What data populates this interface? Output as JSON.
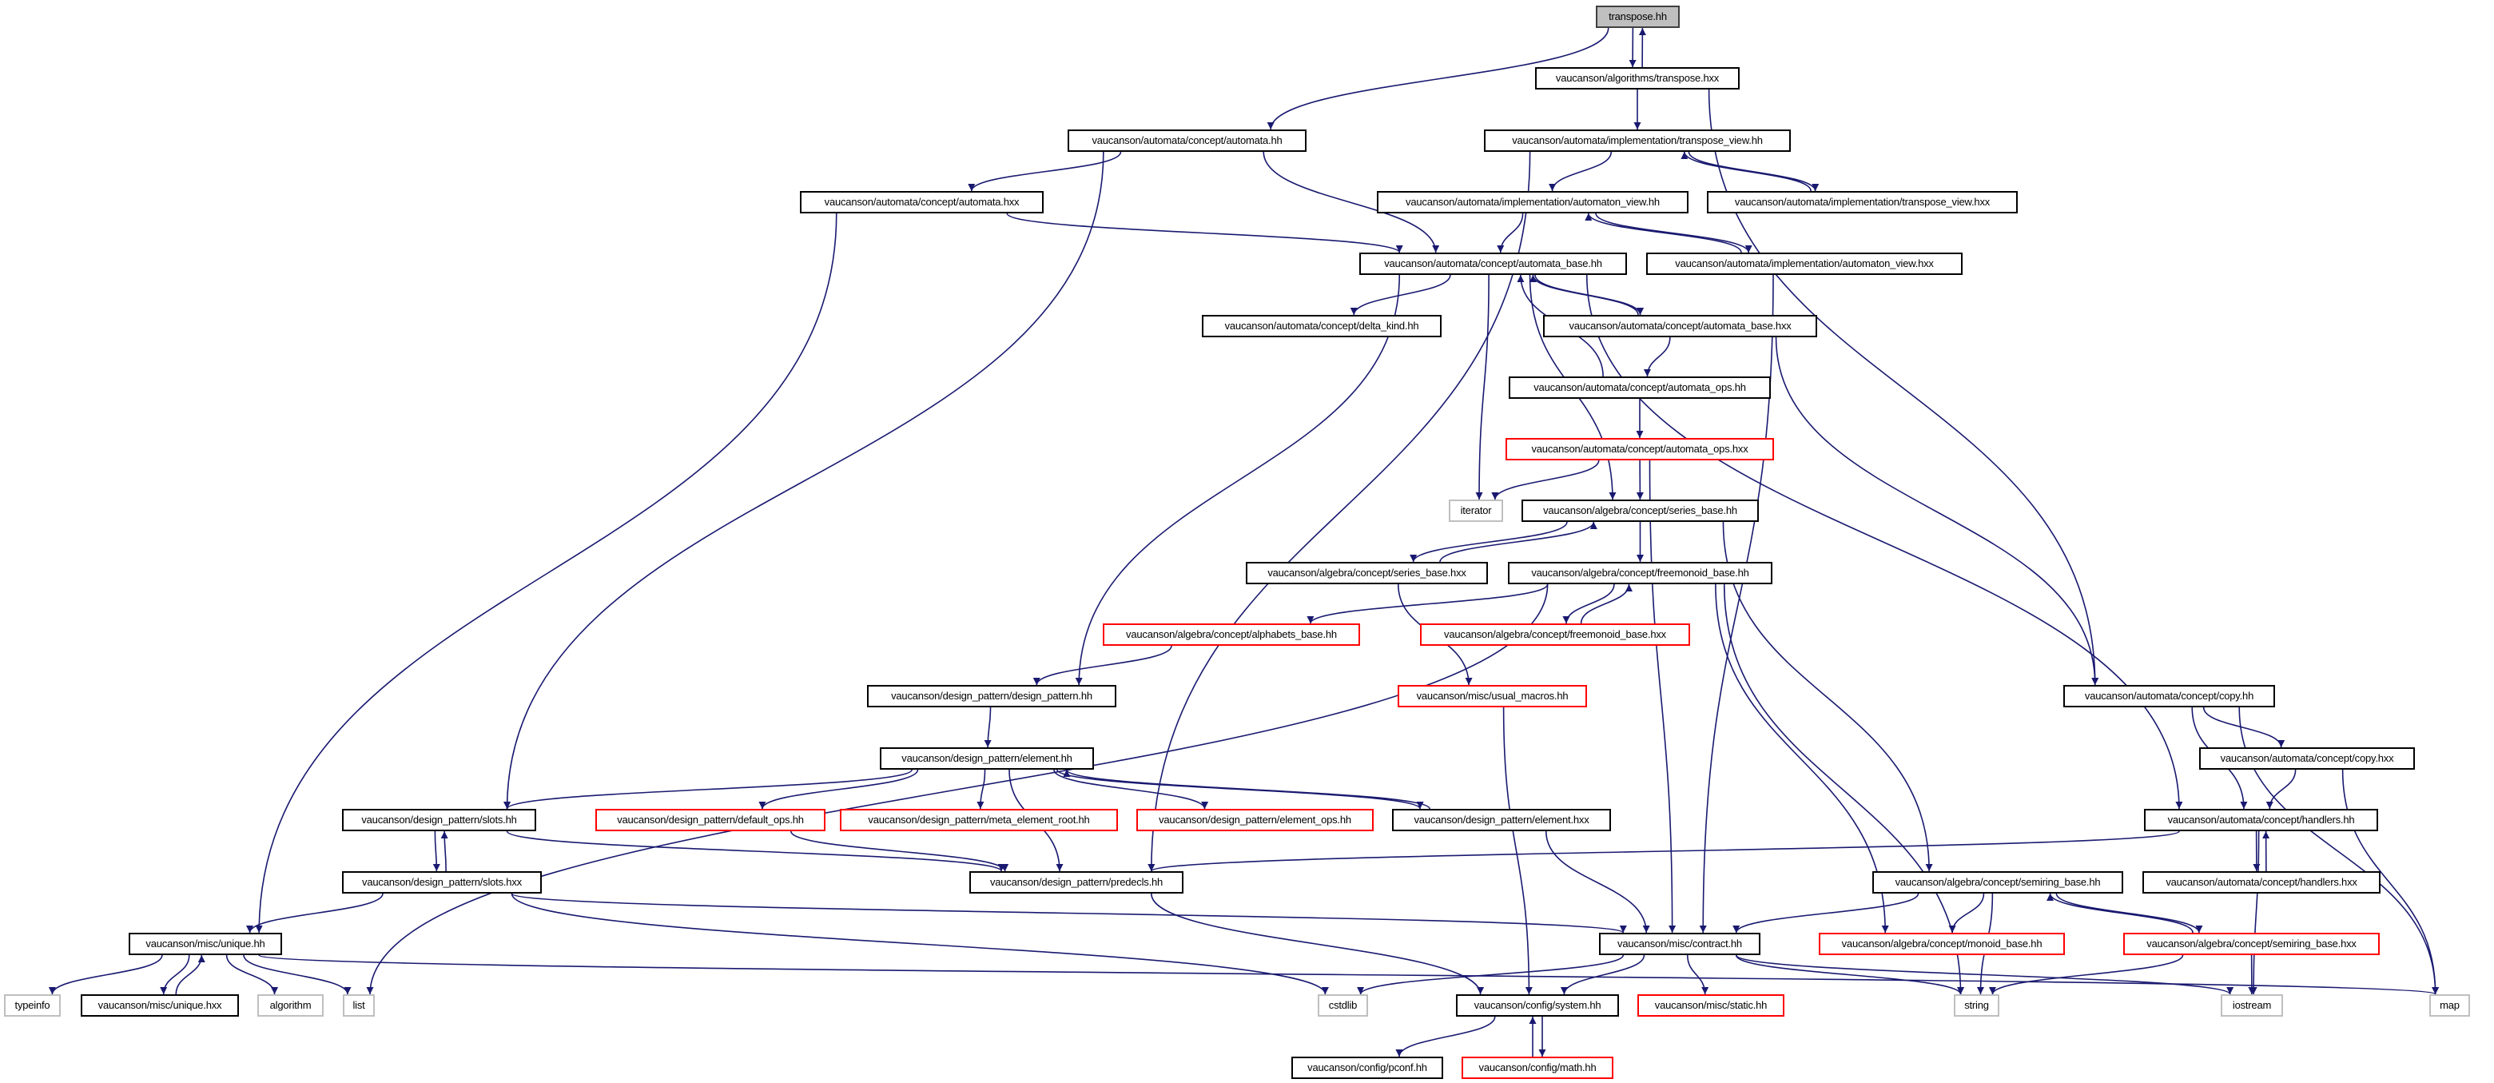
{
  "colors": {
    "edge": "#191970",
    "red_border": "#ff0000",
    "gray_border": "#bfbfbf",
    "root_fill": "#bfbfbf"
  },
  "nodes": [
    {
      "id": "transpose_hh",
      "label": "transpose.hh",
      "style": "root"
    },
    {
      "id": "transpose_hxx",
      "label": "vaucanson/algorithms/transpose.hxx",
      "style": "normal"
    },
    {
      "id": "automata_hh",
      "label": "vaucanson/automata/concept/automata.hh",
      "style": "normal"
    },
    {
      "id": "tview_hh",
      "label": "vaucanson/automata/implementation/transpose_view.hh",
      "style": "normal"
    },
    {
      "id": "automata_hxx",
      "label": "vaucanson/automata/concept/automata.hxx",
      "style": "normal"
    },
    {
      "id": "aview_hh",
      "label": "vaucanson/automata/implementation/automaton_view.hh",
      "style": "normal"
    },
    {
      "id": "tview_hxx",
      "label": "vaucanson/automata/implementation/transpose_view.hxx",
      "style": "normal"
    },
    {
      "id": "abase_hh",
      "label": "vaucanson/automata/concept/automata_base.hh",
      "style": "normal"
    },
    {
      "id": "aview_hxx",
      "label": "vaucanson/automata/implementation/automaton_view.hxx",
      "style": "normal"
    },
    {
      "id": "delta_kind",
      "label": "vaucanson/automata/concept/delta_kind.hh",
      "style": "normal"
    },
    {
      "id": "abase_hxx",
      "label": "vaucanson/automata/concept/automata_base.hxx",
      "style": "normal"
    },
    {
      "id": "aops_hh",
      "label": "vaucanson/automata/concept/automata_ops.hh",
      "style": "normal"
    },
    {
      "id": "aops_hxx",
      "label": "vaucanson/automata/concept/automata_ops.hxx",
      "style": "red"
    },
    {
      "id": "iterator",
      "label": "iterator",
      "style": "gray"
    },
    {
      "id": "sbase_hh",
      "label": "vaucanson/algebra/concept/series_base.hh",
      "style": "normal"
    },
    {
      "id": "sbase_hxx",
      "label": "vaucanson/algebra/concept/series_base.hxx",
      "style": "normal"
    },
    {
      "id": "fbase_hh",
      "label": "vaucanson/algebra/concept/freemonoid_base.hh",
      "style": "normal"
    },
    {
      "id": "alpha_hh",
      "label": "vaucanson/algebra/concept/alphabets_base.hh",
      "style": "red"
    },
    {
      "id": "fbase_hxx",
      "label": "vaucanson/algebra/concept/freemonoid_base.hxx",
      "style": "red"
    },
    {
      "id": "usual_macros",
      "label": "vaucanson/misc/usual_macros.hh",
      "style": "red"
    },
    {
      "id": "dp_hh",
      "label": "vaucanson/design_pattern/design_pattern.hh",
      "style": "normal"
    },
    {
      "id": "copy_hh",
      "label": "vaucanson/automata/concept/copy.hh",
      "style": "normal"
    },
    {
      "id": "element_hh",
      "label": "vaucanson/design_pattern/element.hh",
      "style": "normal"
    },
    {
      "id": "copy_hxx",
      "label": "vaucanson/automata/concept/copy.hxx",
      "style": "normal"
    },
    {
      "id": "slots_hh",
      "label": "vaucanson/design_pattern/slots.hh",
      "style": "normal"
    },
    {
      "id": "default_ops",
      "label": "vaucanson/design_pattern/default_ops.hh",
      "style": "red"
    },
    {
      "id": "meta_root",
      "label": "vaucanson/design_pattern/meta_element_root.hh",
      "style": "red"
    },
    {
      "id": "element_ops",
      "label": "vaucanson/design_pattern/element_ops.hh",
      "style": "red"
    },
    {
      "id": "element_hxx",
      "label": "vaucanson/design_pattern/element.hxx",
      "style": "normal"
    },
    {
      "id": "handlers_hh",
      "label": "vaucanson/automata/concept/handlers.hh",
      "style": "normal"
    },
    {
      "id": "slots_hxx",
      "label": "vaucanson/design_pattern/slots.hxx",
      "style": "normal"
    },
    {
      "id": "predecls",
      "label": "vaucanson/design_pattern/predecls.hh",
      "style": "normal"
    },
    {
      "id": "handlers_hxx",
      "label": "vaucanson/automata/concept/handlers.hxx",
      "style": "normal"
    },
    {
      "id": "srbase_hh",
      "label": "vaucanson/algebra/concept/semiring_base.hh",
      "style": "normal"
    },
    {
      "id": "unique_hh",
      "label": "vaucanson/misc/unique.hh",
      "style": "normal"
    },
    {
      "id": "contract",
      "label": "vaucanson/misc/contract.hh",
      "style": "normal"
    },
    {
      "id": "monoid_base",
      "label": "vaucanson/algebra/concept/monoid_base.hh",
      "style": "red"
    },
    {
      "id": "srbase_hxx",
      "label": "vaucanson/algebra/concept/semiring_base.hxx",
      "style": "red"
    },
    {
      "id": "typeinfo",
      "label": "typeinfo",
      "style": "gray"
    },
    {
      "id": "unique_hxx",
      "label": "vaucanson/misc/unique.hxx",
      "style": "normal"
    },
    {
      "id": "algorithm",
      "label": "algorithm",
      "style": "gray"
    },
    {
      "id": "list",
      "label": "list",
      "style": "gray"
    },
    {
      "id": "cstdlib",
      "label": "cstdlib",
      "style": "gray"
    },
    {
      "id": "system",
      "label": "vaucanson/config/system.hh",
      "style": "normal"
    },
    {
      "id": "static",
      "label": "vaucanson/misc/static.hh",
      "style": "red"
    },
    {
      "id": "string",
      "label": "string",
      "style": "gray"
    },
    {
      "id": "iostream",
      "label": "iostream",
      "style": "gray"
    },
    {
      "id": "map",
      "label": "map",
      "style": "gray"
    },
    {
      "id": "pconf",
      "label": "vaucanson/config/pconf.hh",
      "style": "normal"
    },
    {
      "id": "math",
      "label": "vaucanson/config/math.hh",
      "style": "red"
    }
  ],
  "edges": [
    [
      "transpose_hh",
      "transpose_hxx"
    ],
    [
      "transpose_hxx",
      "transpose_hh"
    ],
    [
      "transpose_hh",
      "automata_hh"
    ],
    [
      "transpose_hxx",
      "tview_hh"
    ],
    [
      "transpose_hxx",
      "copy_hh"
    ],
    [
      "automata_hh",
      "automata_hxx"
    ],
    [
      "automata_hh",
      "abase_hh"
    ],
    [
      "automata_hh",
      "slots_hh"
    ],
    [
      "tview_hh",
      "aview_hh"
    ],
    [
      "tview_hh",
      "tview_hxx"
    ],
    [
      "tview_hxx",
      "tview_hh"
    ],
    [
      "tview_hh",
      "predecls"
    ],
    [
      "automata_hxx",
      "abase_hh"
    ],
    [
      "automata_hxx",
      "unique_hh"
    ],
    [
      "aview_hh",
      "abase_hh"
    ],
    [
      "aview_hh",
      "aview_hxx"
    ],
    [
      "aview_hxx",
      "aview_hh"
    ],
    [
      "aview_hxx",
      "contract"
    ],
    [
      "abase_hh",
      "delta_kind"
    ],
    [
      "abase_hh",
      "abase_hxx"
    ],
    [
      "abase_hxx",
      "abase_hh"
    ],
    [
      "abase_hh",
      "iterator"
    ],
    [
      "abase_hh",
      "dp_hh"
    ],
    [
      "abase_hh",
      "sbase_hh"
    ],
    [
      "abase_hh",
      "handlers_hh"
    ],
    [
      "abase_hxx",
      "aops_hh"
    ],
    [
      "abase_hxx",
      "copy_hh"
    ],
    [
      "aops_hh",
      "abase_hh"
    ],
    [
      "aops_hh",
      "aops_hxx"
    ],
    [
      "aops_hxx",
      "iterator"
    ],
    [
      "aops_hxx",
      "sbase_hh"
    ],
    [
      "aops_hxx",
      "contract"
    ],
    [
      "sbase_hh",
      "sbase_hxx"
    ],
    [
      "sbase_hxx",
      "sbase_hh"
    ],
    [
      "sbase_hh",
      "fbase_hh"
    ],
    [
      "sbase_hh",
      "srbase_hh"
    ],
    [
      "sbase_hxx",
      "usual_macros"
    ],
    [
      "fbase_hh",
      "alpha_hh"
    ],
    [
      "fbase_hh",
      "fbase_hxx"
    ],
    [
      "fbase_hxx",
      "fbase_hh"
    ],
    [
      "fbase_hh",
      "list"
    ],
    [
      "fbase_hh",
      "string"
    ],
    [
      "fbase_hh",
      "monoid_base"
    ],
    [
      "alpha_hh",
      "dp_hh"
    ],
    [
      "usual_macros",
      "system"
    ],
    [
      "dp_hh",
      "element_hh"
    ],
    [
      "element_hh",
      "slots_hh"
    ],
    [
      "element_hh",
      "default_ops"
    ],
    [
      "element_hh",
      "meta_root"
    ],
    [
      "element_hh",
      "element_ops"
    ],
    [
      "element_hh",
      "element_hxx"
    ],
    [
      "element_hxx",
      "element_hh"
    ],
    [
      "element_hh",
      "predecls"
    ],
    [
      "default_ops",
      "predecls"
    ],
    [
      "element_hxx",
      "contract"
    ],
    [
      "slots_hh",
      "slots_hxx"
    ],
    [
      "slots_hxx",
      "slots_hh"
    ],
    [
      "slots_hh",
      "predecls"
    ],
    [
      "slots_hxx",
      "unique_hh"
    ],
    [
      "slots_hxx",
      "contract"
    ],
    [
      "slots_hxx",
      "cstdlib"
    ],
    [
      "unique_hh",
      "typeinfo"
    ],
    [
      "unique_hh",
      "unique_hxx"
    ],
    [
      "unique_hxx",
      "unique_hh"
    ],
    [
      "unique_hh",
      "algorithm"
    ],
    [
      "unique_hh",
      "list"
    ],
    [
      "unique_hh",
      "map"
    ],
    [
      "predecls",
      "system"
    ],
    [
      "copy_hh",
      "copy_hxx"
    ],
    [
      "copy_hh",
      "handlers_hh"
    ],
    [
      "copy_hh",
      "map"
    ],
    [
      "copy_hxx",
      "handlers_hh"
    ],
    [
      "copy_hxx",
      "map"
    ],
    [
      "handlers_hh",
      "handlers_hxx"
    ],
    [
      "handlers_hxx",
      "handlers_hh"
    ],
    [
      "handlers_hh",
      "predecls"
    ],
    [
      "handlers_hh",
      "iostream"
    ],
    [
      "srbase_hh",
      "contract"
    ],
    [
      "srbase_hh",
      "monoid_base"
    ],
    [
      "srbase_hh",
      "string"
    ],
    [
      "srbase_hh",
      "srbase_hxx"
    ],
    [
      "srbase_hxx",
      "srbase_hh"
    ],
    [
      "srbase_hxx",
      "string"
    ],
    [
      "srbase_hxx",
      "iostream"
    ],
    [
      "contract",
      "cstdlib"
    ],
    [
      "contract",
      "system"
    ],
    [
      "contract",
      "static"
    ],
    [
      "contract",
      "string"
    ],
    [
      "contract",
      "iostream"
    ],
    [
      "system",
      "pconf"
    ],
    [
      "system",
      "math"
    ],
    [
      "math",
      "system"
    ]
  ]
}
